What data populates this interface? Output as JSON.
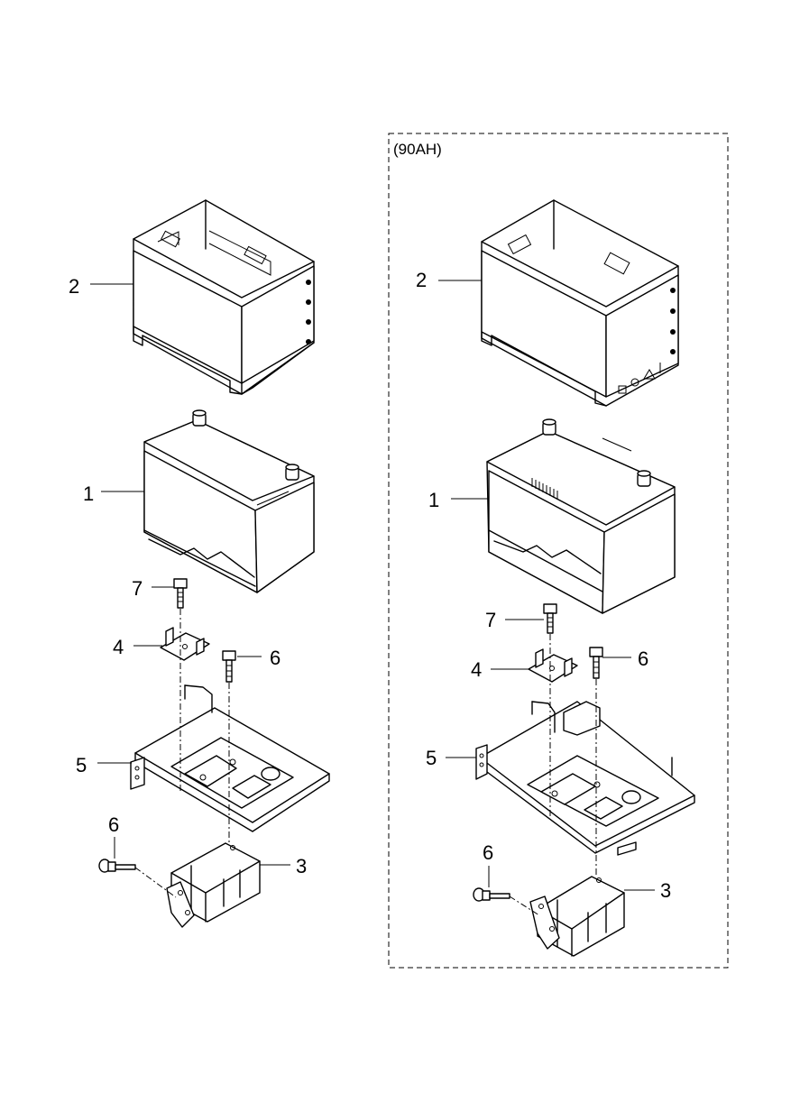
{
  "variant_label": "(90AH)",
  "callouts": {
    "left": {
      "p1": "1",
      "p2": "2",
      "p3": "3",
      "p4": "4",
      "p5": "5",
      "p6a": "6",
      "p6b": "6",
      "p7": "7"
    },
    "right": {
      "p1": "1",
      "p2": "2",
      "p3": "3",
      "p4": "4",
      "p5": "5",
      "p6a": "6",
      "p6b": "6",
      "p7": "7"
    }
  }
}
